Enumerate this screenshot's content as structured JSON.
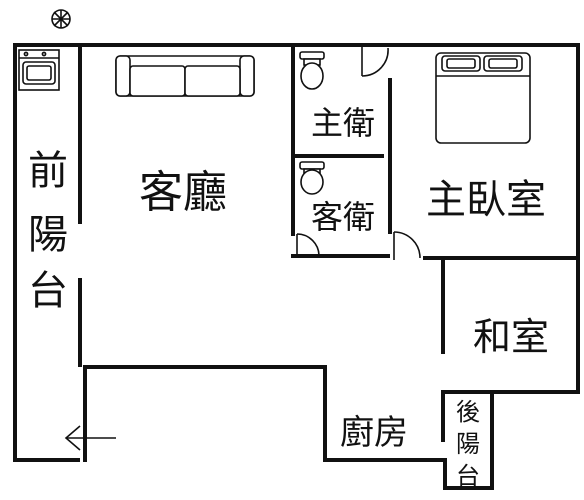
{
  "floor_plan": {
    "rooms": {
      "living_room": "客廳",
      "master_bath": "主衛",
      "guest_bath": "客衛",
      "master_bedroom": "主臥室",
      "japanese_room": "和室",
      "kitchen": "廚房",
      "front_balcony": [
        "前",
        "陽",
        "台"
      ],
      "back_balcony": [
        "後",
        "陽",
        "台"
      ]
    },
    "icons": [
      "north-compass-icon",
      "washing-machine-icon",
      "sofa-icon",
      "toilet-icon",
      "double-bed-icon",
      "door-swing-icon",
      "entrance-arrow-icon"
    ],
    "colors": {
      "line": "#111111",
      "background": "#ffffff"
    }
  }
}
